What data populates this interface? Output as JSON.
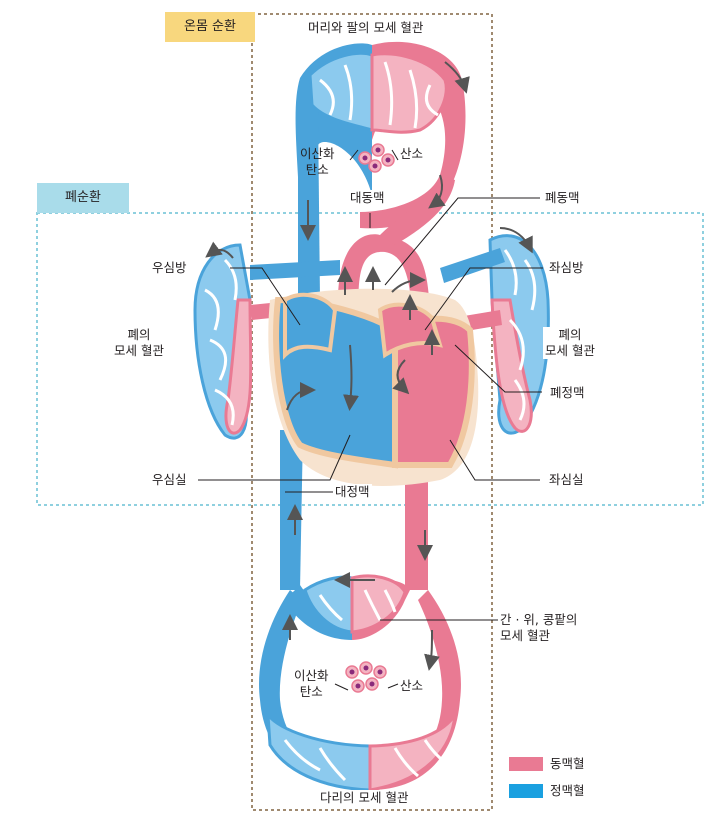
{
  "colors": {
    "artery": "#e97a93",
    "artery_light": "#f4b3c1",
    "vein": "#4aa3da",
    "vein_light": "#8ccaee",
    "heart_wall": "#f0c8a0",
    "heart_shadow": "#f7e3cf",
    "systemic_tag": "#f8d77e",
    "pulmonary_tag": "#a9dcea",
    "systemic_border": "#a08a70",
    "pulmonary_border": "#8fd0df",
    "arrow": "#555555"
  },
  "diagram": {
    "systemic_label": "온몸 순환",
    "pulmonary_label": "폐순환",
    "head_capillaries": "머리와 팔의 모세 혈관",
    "co2_top": "이산화\n탄소",
    "o2_top": "산소",
    "aorta": "대동맥",
    "pulmonary_artery": "폐동맥",
    "right_atrium": "우심방",
    "left_atrium": "좌심방",
    "right_lung_capillaries": "폐의\n모세 혈관",
    "left_lung_capillaries": "폐의\n모세 혈관",
    "pulmonary_vein": "폐정맥",
    "right_ventricle": "우심실",
    "vena_cava": "대정맥",
    "left_ventricle": "좌심실",
    "organ_capillaries": "간 · 위, 콩팥의\n모세 혈관",
    "co2_bottom": "이산화\n탄소",
    "o2_bottom": "산소",
    "leg_capillaries": "다리의 모세 혈관"
  },
  "legend": [
    {
      "label": "동맥혈",
      "color": "#e97a93"
    },
    {
      "label": "정맥혈",
      "color": "#1aa0e0"
    }
  ]
}
